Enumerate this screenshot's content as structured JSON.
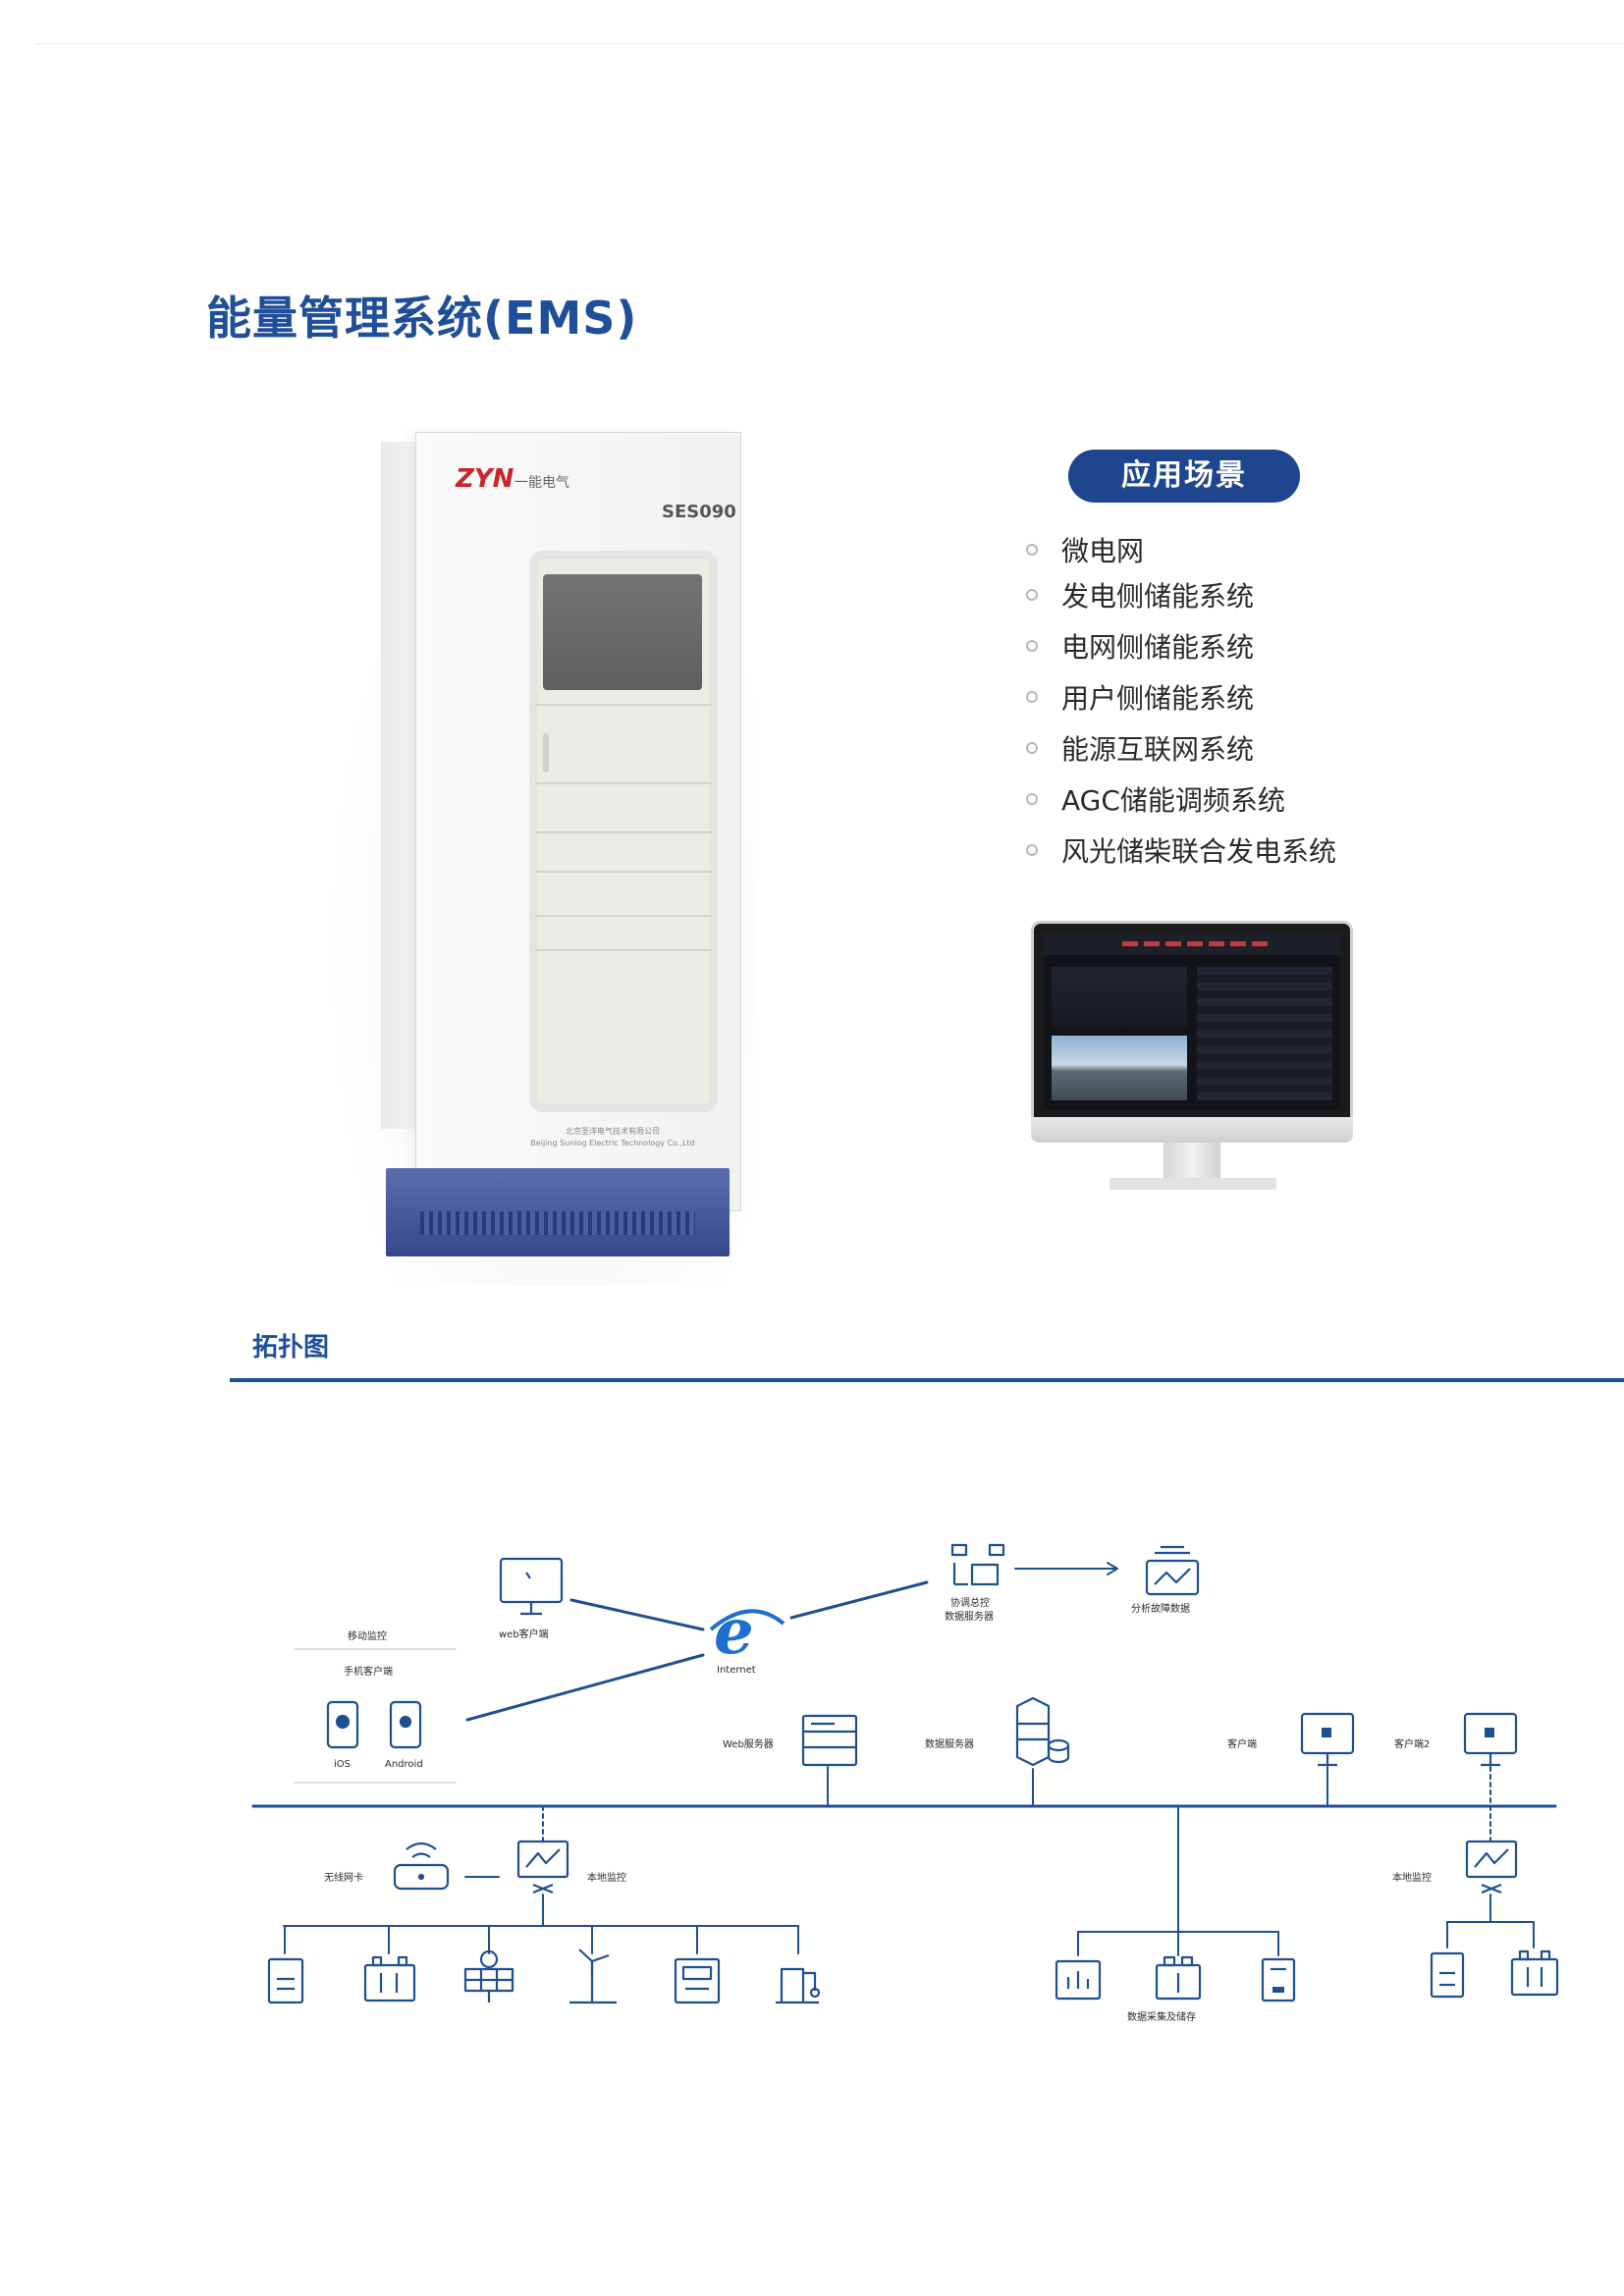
{
  "page": {
    "title": "能量管理系统(EMS)"
  },
  "product": {
    "logo_text": "ZYN",
    "logo_cn": "一能电气",
    "model": "SES090",
    "plate_line1": "北京圣洋电气技术有限公司",
    "plate_line2": "Beijing Sunlog Electric Technology Co.,Ltd"
  },
  "scenarios": {
    "badge": "应用场景",
    "items": [
      "微电网",
      "发电侧储能系统",
      "电网侧储能系统",
      "用户侧储能系统",
      "能源互联网系统",
      "AGC储能调频系统",
      "风光储柴联合发电系统"
    ]
  },
  "topology": {
    "section_title": "拓扑图",
    "labels": {
      "web_client": "web客户端",
      "internet": "Internet",
      "mobile_monitor": "移动监控",
      "mobile_client": "手机客户端",
      "ios": "iOS",
      "android": "Android",
      "dispatch": "协调总控",
      "dispatch_sub": "数据服务器",
      "analysis": "分析故障数据",
      "web_server": "Web服务器",
      "data_server": "数据服务器",
      "client1": "客户端",
      "client2": "客户端2",
      "wireless": "无线网卡",
      "local_monitor": "本地监控",
      "local_monitor2": "本地监控",
      "collect": "数据采集及储存"
    }
  },
  "colors": {
    "brand_blue": "#1f4e9a",
    "badge_blue": "#1e468f",
    "topology_blue": "#1f4f93"
  }
}
